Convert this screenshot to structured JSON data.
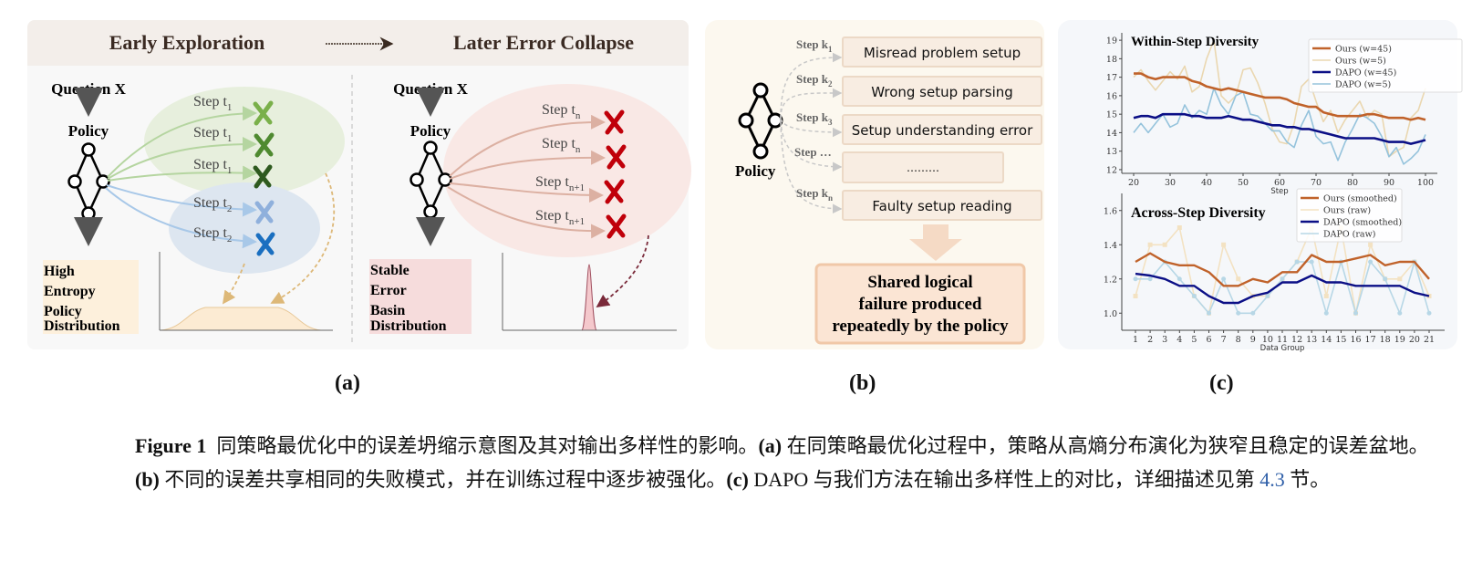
{
  "panel_a": {
    "header_left": "Early Exploration",
    "header_right": "Later Error Collapse",
    "left": {
      "question": "Question X",
      "policy": "Policy",
      "steps": [
        {
          "base": "Step t",
          "sub": "1"
        },
        {
          "base": "Step t",
          "sub": "1"
        },
        {
          "base": "Step t",
          "sub": "1"
        },
        {
          "base": "Step t",
          "sub": "2"
        },
        {
          "base": "Step t",
          "sub": "2"
        }
      ],
      "distribution_label": [
        "High",
        "Entropy",
        "Policy",
        "Distribution"
      ]
    },
    "right": {
      "question": "Question X",
      "policy": "Policy",
      "steps": [
        {
          "base": "Step t",
          "sub": "n"
        },
        {
          "base": "Step t",
          "sub": "n"
        },
        {
          "base": "Step t",
          "sub": "n+1"
        },
        {
          "base": "Step t",
          "sub": "n+1"
        }
      ],
      "distribution_label": [
        "Stable",
        "Error",
        "Basin",
        "Distribution"
      ]
    },
    "colors": {
      "green1": "#7ab04a",
      "green2": "#4f8a30",
      "green3": "#2e5a1f",
      "blue1": "#8fb0dc",
      "blue2": "#1a6fc0",
      "red": "#c0000a"
    }
  },
  "panel_b": {
    "policy": "Policy",
    "steps": [
      {
        "base": "Step k",
        "sub": "1",
        "text": "Misread problem setup"
      },
      {
        "base": "Step k",
        "sub": "2",
        "text": "Wrong setup parsing"
      },
      {
        "base": "Step k",
        "sub": "3",
        "text": "Setup understanding error"
      },
      {
        "base": "Step …",
        "sub": "",
        "text": "………"
      },
      {
        "base": "Step k",
        "sub": "n",
        "text": "Faulty setup reading"
      }
    ],
    "result": [
      "Shared logical",
      "failure produced",
      "repeatedly by the policy"
    ]
  },
  "panel_labels": [
    "(a)",
    "(b)",
    "(c)"
  ],
  "caption": {
    "figure": "Figure 1",
    "intro": "同策略最优化中的误差坍缩示意图及其对输出多样性的影响。",
    "a_tag": "(a)",
    "a_text": "在同策略最优化过程中，策略从高熵分布演化为狭窄且稳定的误差盆地。",
    "b_tag": "(b)",
    "b_text": "不同的误差共享相同的失败模式，并在训练过程中逐步被强化。",
    "c_tag": "(c)",
    "c_text": "DAPO 与我们方法在输出多样性上的对比，详细描述见第",
    "ref": "4.3",
    "end": "节。"
  },
  "chart_data": [
    {
      "type": "line",
      "title": "Within-Step Diversity",
      "xlabel": "Step",
      "ylabel": "",
      "xlim": [
        20,
        100
      ],
      "ylim": [
        11.8,
        19.4
      ],
      "xticks": [
        20,
        30,
        40,
        50,
        60,
        70,
        80,
        90,
        100
      ],
      "yticks": [
        12,
        13,
        14,
        15,
        16,
        17,
        18,
        19
      ],
      "legend_position": "top-right",
      "x": [
        20,
        22,
        24,
        26,
        28,
        30,
        32,
        34,
        36,
        38,
        40,
        42,
        44,
        46,
        48,
        50,
        52,
        54,
        56,
        58,
        60,
        62,
        64,
        66,
        68,
        70,
        72,
        74,
        76,
        78,
        80,
        82,
        84,
        86,
        88,
        90,
        92,
        94,
        96,
        98,
        100
      ],
      "series": [
        {
          "name": "Ours (w=45)",
          "color": "#c0622a",
          "width": 2.6,
          "values": [
            17.2,
            17.2,
            17.0,
            16.9,
            17.0,
            17.0,
            17.0,
            17.0,
            16.8,
            16.7,
            16.5,
            16.4,
            16.3,
            16.4,
            16.3,
            16.2,
            16.1,
            16.0,
            15.9,
            15.9,
            15.9,
            15.8,
            15.6,
            15.5,
            15.4,
            15.4,
            15.1,
            15.0,
            14.9,
            14.9,
            14.9,
            14.9,
            15.0,
            15.0,
            14.9,
            14.8,
            14.8,
            14.8,
            14.7,
            14.8,
            14.7
          ]
        },
        {
          "name": "Ours (w=5)",
          "color": "#ead7b0",
          "width": 1.6,
          "values": [
            17.0,
            17.4,
            16.8,
            16.3,
            16.8,
            17.3,
            16.9,
            17.6,
            16.2,
            16.5,
            18.0,
            19.0,
            16.0,
            15.6,
            16.0,
            17.4,
            17.5,
            16.7,
            15.6,
            14.2,
            13.5,
            13.4,
            14.5,
            16.5,
            16.9,
            15.7,
            14.6,
            15.2,
            14.0,
            14.7,
            15.2,
            15.7,
            14.8,
            15.2,
            15.0,
            12.7,
            13.0,
            13.2,
            14.8,
            15.2,
            16.4
          ]
        },
        {
          "name": "DAPO (w=45)",
          "color": "#0b0f86",
          "width": 2.6,
          "values": [
            14.8,
            14.9,
            14.9,
            14.8,
            15.0,
            15.0,
            15.0,
            15.0,
            14.9,
            14.9,
            14.8,
            14.8,
            14.8,
            14.9,
            14.8,
            14.7,
            14.7,
            14.6,
            14.5,
            14.4,
            14.4,
            14.3,
            14.3,
            14.2,
            14.2,
            14.1,
            14.0,
            13.9,
            13.8,
            13.7,
            13.7,
            13.7,
            13.7,
            13.7,
            13.6,
            13.5,
            13.5,
            13.5,
            13.4,
            13.5,
            13.6
          ]
        },
        {
          "name": "DAPO (w=5)",
          "color": "#95c3dc",
          "width": 1.6,
          "values": [
            14.0,
            14.5,
            14.0,
            14.5,
            15.0,
            14.3,
            14.5,
            15.5,
            14.8,
            15.2,
            15.0,
            16.4,
            15.5,
            15.0,
            16.0,
            16.2,
            15.0,
            14.9,
            14.5,
            14.1,
            14.1,
            13.5,
            13.2,
            14.4,
            15.2,
            13.8,
            13.4,
            13.5,
            12.5,
            13.5,
            14.2,
            15.0,
            14.8,
            14.5,
            13.8,
            12.7,
            13.2,
            12.3,
            12.6,
            13.0,
            13.9
          ]
        }
      ]
    },
    {
      "type": "line",
      "title": "Across-Step Diversity",
      "xlabel": "Data Group",
      "ylabel": "",
      "xlim": [
        1,
        21
      ],
      "ylim": [
        0.9,
        1.7
      ],
      "xticks": [
        1,
        2,
        3,
        4,
        5,
        6,
        7,
        8,
        9,
        10,
        11,
        12,
        13,
        14,
        15,
        16,
        17,
        18,
        19,
        20,
        21
      ],
      "yticks": [
        1.0,
        1.2,
        1.4,
        1.6
      ],
      "legend_position": "top-right",
      "x": [
        1,
        2,
        3,
        4,
        5,
        6,
        7,
        8,
        9,
        10,
        11,
        12,
        13,
        14,
        15,
        16,
        17,
        18,
        19,
        20,
        21
      ],
      "series": [
        {
          "name": "Ours (smoothed)",
          "color": "#c0622a",
          "width": 2.4,
          "markers": false,
          "values": [
            1.3,
            1.35,
            1.3,
            1.28,
            1.28,
            1.24,
            1.16,
            1.16,
            1.2,
            1.18,
            1.24,
            1.24,
            1.34,
            1.3,
            1.3,
            1.32,
            1.34,
            1.28,
            1.3,
            1.3,
            1.2
          ]
        },
        {
          "name": "Ours (raw)",
          "color": "#f3e2c2",
          "width": 1.6,
          "markers": true,
          "values": [
            1.1,
            1.4,
            1.4,
            1.5,
            1.1,
            1.0,
            1.4,
            1.2,
            1.1,
            1.1,
            1.2,
            1.3,
            1.5,
            1.1,
            1.5,
            1.0,
            1.4,
            1.2,
            1.2,
            1.3,
            1.1
          ]
        },
        {
          "name": "DAPO (smoothed)",
          "color": "#0b0f86",
          "width": 2.4,
          "markers": false,
          "values": [
            1.23,
            1.22,
            1.2,
            1.16,
            1.16,
            1.1,
            1.06,
            1.06,
            1.1,
            1.12,
            1.18,
            1.18,
            1.22,
            1.18,
            1.18,
            1.16,
            1.16,
            1.16,
            1.16,
            1.12,
            1.1
          ]
        },
        {
          "name": "DAPO (raw)",
          "color": "#b7d7e6",
          "width": 1.6,
          "markers": true,
          "values": [
            1.2,
            1.2,
            1.3,
            1.2,
            1.1,
            1.0,
            1.2,
            1.0,
            1.0,
            1.1,
            1.2,
            1.3,
            1.3,
            1.0,
            1.3,
            1.0,
            1.3,
            1.2,
            1.0,
            1.3,
            1.0
          ]
        }
      ]
    }
  ]
}
